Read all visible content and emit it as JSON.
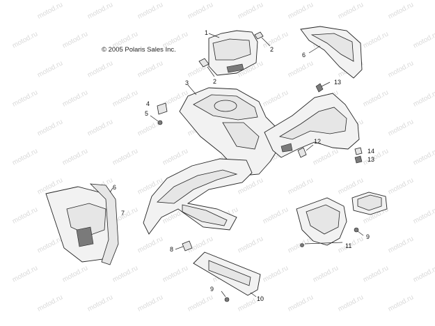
{
  "copyright": "© 2005 Polaris Sales Inc.",
  "watermark": "motod.ru",
  "callouts": [
    {
      "id": "c1",
      "label": "1"
    },
    {
      "id": "c2a",
      "label": "2"
    },
    {
      "id": "c2b",
      "label": "2"
    },
    {
      "id": "c3",
      "label": "3"
    },
    {
      "id": "c4",
      "label": "4"
    },
    {
      "id": "c5",
      "label": "5"
    },
    {
      "id": "c6a",
      "label": "6"
    },
    {
      "id": "c6b",
      "label": "6"
    },
    {
      "id": "c7",
      "label": "7"
    },
    {
      "id": "c8",
      "label": "8"
    },
    {
      "id": "c9a",
      "label": "9"
    },
    {
      "id": "c9b",
      "label": "9"
    },
    {
      "id": "c10",
      "label": "10"
    },
    {
      "id": "c11",
      "label": "11"
    },
    {
      "id": "c12",
      "label": "12"
    },
    {
      "id": "c13a",
      "label": "13"
    },
    {
      "id": "c13b",
      "label": "13"
    },
    {
      "id": "c14",
      "label": "14"
    }
  ]
}
